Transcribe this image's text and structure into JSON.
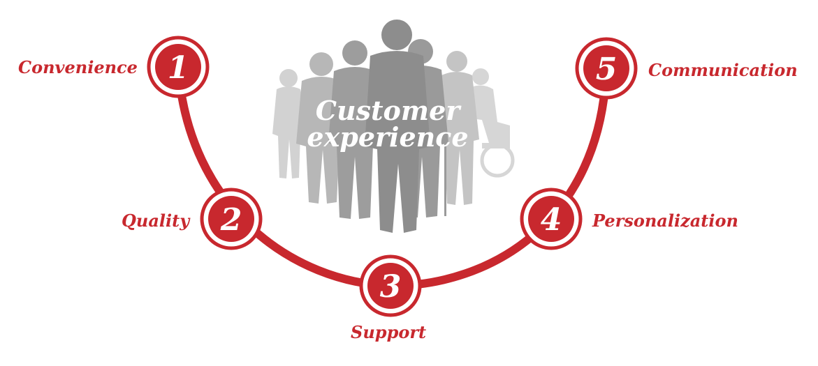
{
  "center": {
    "line1": "Customer",
    "line2": "experience"
  },
  "steps": [
    {
      "number": "1",
      "label": "Convenience"
    },
    {
      "number": "2",
      "label": "Quality"
    },
    {
      "number": "3",
      "label": "Support"
    },
    {
      "number": "4",
      "label": "Personalization"
    },
    {
      "number": "5",
      "label": "Communication"
    }
  ],
  "colors": {
    "accent": "#c8282e",
    "silhouette_dark": "#8c8c8c",
    "silhouette_mid": "#a9a9a9",
    "silhouette_light": "#cfcfcf"
  }
}
